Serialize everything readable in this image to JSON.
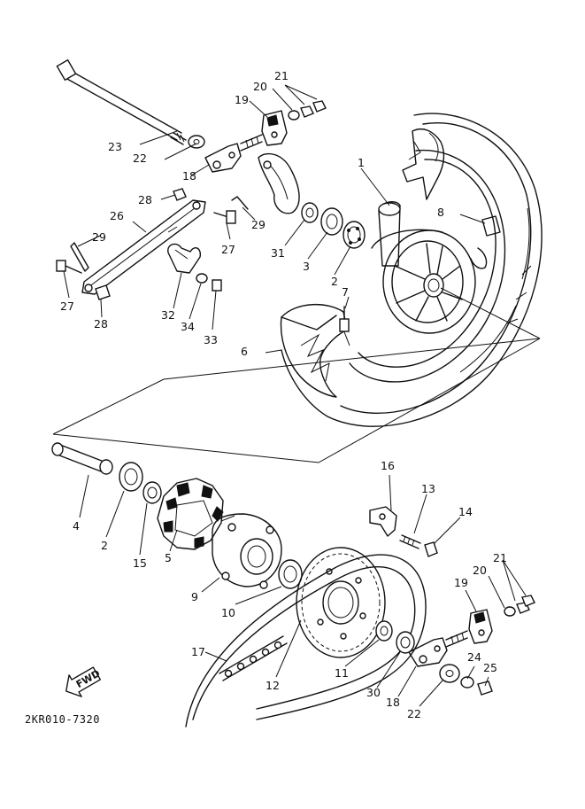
{
  "diagram": {
    "code": "2KR010-7320",
    "fwd_label": "FWD",
    "callouts": [
      {
        "id": "c1",
        "text": "1"
      },
      {
        "id": "c2a",
        "text": "2"
      },
      {
        "id": "c2b",
        "text": "2"
      },
      {
        "id": "c3",
        "text": "3"
      },
      {
        "id": "c4",
        "text": "4"
      },
      {
        "id": "c5",
        "text": "5"
      },
      {
        "id": "c6",
        "text": "6"
      },
      {
        "id": "c7",
        "text": "7"
      },
      {
        "id": "c8",
        "text": "8"
      },
      {
        "id": "c9",
        "text": "9"
      },
      {
        "id": "c10",
        "text": "10"
      },
      {
        "id": "c11",
        "text": "11"
      },
      {
        "id": "c12",
        "text": "12"
      },
      {
        "id": "c13",
        "text": "13"
      },
      {
        "id": "c14",
        "text": "14"
      },
      {
        "id": "c15",
        "text": "15"
      },
      {
        "id": "c16",
        "text": "16"
      },
      {
        "id": "c17",
        "text": "17"
      },
      {
        "id": "c18a",
        "text": "18"
      },
      {
        "id": "c18b",
        "text": "18"
      },
      {
        "id": "c19a",
        "text": "19"
      },
      {
        "id": "c19b",
        "text": "19"
      },
      {
        "id": "c20a",
        "text": "20"
      },
      {
        "id": "c20b",
        "text": "20"
      },
      {
        "id": "c21a",
        "text": "21"
      },
      {
        "id": "c21b",
        "text": "21"
      },
      {
        "id": "c22a",
        "text": "22"
      },
      {
        "id": "c22b",
        "text": "22"
      },
      {
        "id": "c23",
        "text": "23"
      },
      {
        "id": "c24",
        "text": "24"
      },
      {
        "id": "c25",
        "text": "25"
      },
      {
        "id": "c26",
        "text": "26"
      },
      {
        "id": "c27a",
        "text": "27"
      },
      {
        "id": "c27b",
        "text": "27"
      },
      {
        "id": "c28a",
        "text": "28"
      },
      {
        "id": "c28b",
        "text": "28"
      },
      {
        "id": "c29a",
        "text": "29"
      },
      {
        "id": "c29b",
        "text": "29"
      },
      {
        "id": "c30",
        "text": "30"
      },
      {
        "id": "c31",
        "text": "31"
      },
      {
        "id": "c32",
        "text": "32"
      },
      {
        "id": "c33",
        "text": "33"
      },
      {
        "id": "c34",
        "text": "34"
      }
    ]
  }
}
